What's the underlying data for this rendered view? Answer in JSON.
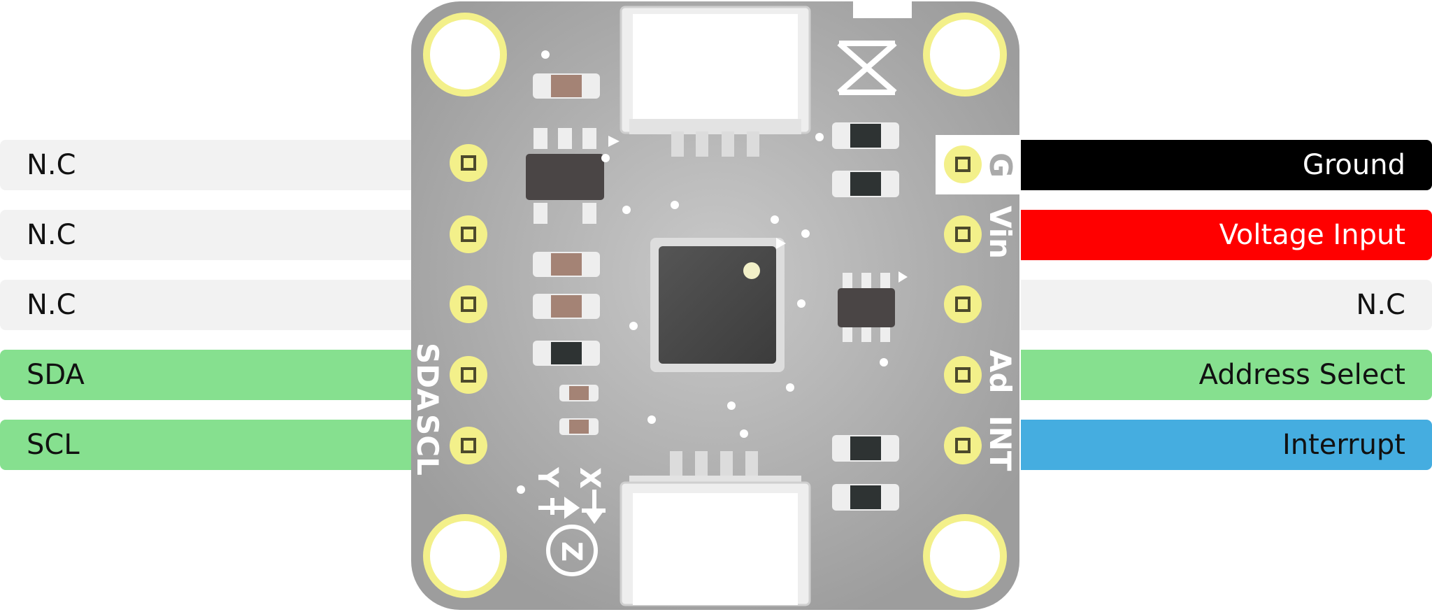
{
  "left_pins": [
    {
      "label": "N.C",
      "color": "#f2f2f2",
      "text_color": "#111111"
    },
    {
      "label": "N.C",
      "color": "#f2f2f2",
      "text_color": "#111111"
    },
    {
      "label": "N.C",
      "color": "#f2f2f2",
      "text_color": "#111111"
    },
    {
      "label": "SDA",
      "color": "#86e08f",
      "text_color": "#111111"
    },
    {
      "label": "SCL",
      "color": "#86e08f",
      "text_color": "#111111"
    }
  ],
  "right_pins": [
    {
      "label": "Ground",
      "color": "#000000",
      "text_color": "#ffffff"
    },
    {
      "label": "Voltage  Input",
      "color": "#ff0000",
      "text_color": "#ffffff"
    },
    {
      "label": "N.C",
      "color": "#f2f2f2",
      "text_color": "#111111"
    },
    {
      "label": "Address Select",
      "color": "#86e08f",
      "text_color": "#111111"
    },
    {
      "label": "Interrupt",
      "color": "#45ade0",
      "text_color": "#111111"
    }
  ],
  "silkscreen": {
    "left": [
      "SDA",
      "SCL"
    ],
    "right": [
      "G",
      "Vin",
      "Ad",
      "INT"
    ],
    "axis_x": "X",
    "axis_y": "Y",
    "axis_z": "Z"
  },
  "colors": {
    "board": "#a9a9a9",
    "pad_ring": "#f3f08a",
    "hole": "#ffffff",
    "chip": "#4a4a4a"
  }
}
